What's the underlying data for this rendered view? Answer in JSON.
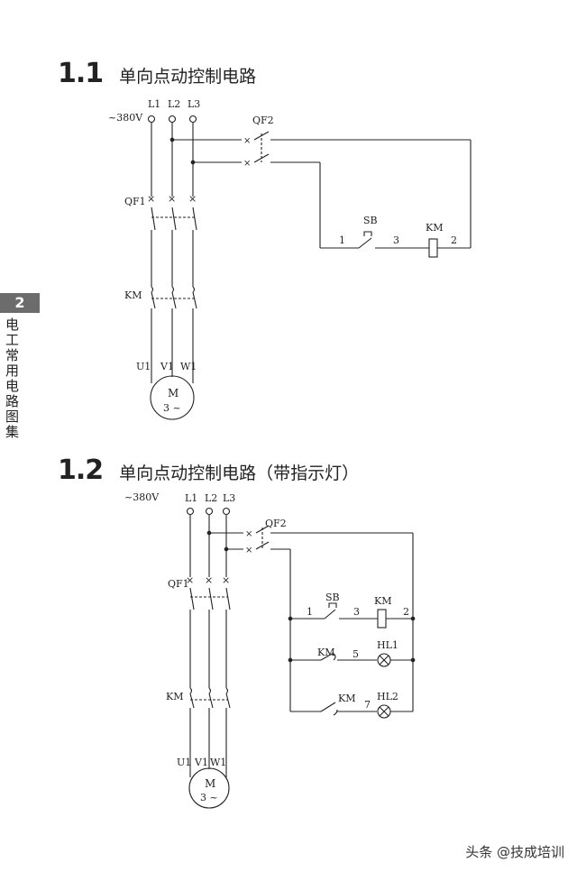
{
  "sections": [
    {
      "number": "1.1",
      "title": "单向点动控制电路",
      "supply_voltage": "~380V",
      "phases": [
        "L1",
        "L2",
        "L3"
      ],
      "breaker_main": "QF1",
      "breaker_control": "QF2",
      "contactor": "KM",
      "button": "SB",
      "coil": "KM",
      "nodes": [
        "1",
        "3",
        "2"
      ],
      "motor_terminals": [
        "U1",
        "V1",
        "W1"
      ],
      "motor_label": "M",
      "motor_sub": "3 ~"
    },
    {
      "number": "1.2",
      "title": "单向点动控制电路（带指示灯）",
      "supply_voltage": "~380V",
      "phases": [
        "L1",
        "L2",
        "L3"
      ],
      "breaker_main": "QF1",
      "breaker_control": "QF2",
      "contactor": "KM",
      "button": "SB",
      "coil": "KM",
      "nodes": [
        "1",
        "3",
        "2",
        "5",
        "7"
      ],
      "aux_contact_1": "KM",
      "aux_contact_2": "KM",
      "lamp_1": "HL1",
      "lamp_2": "HL2",
      "motor_terminals": [
        "U1",
        "V1",
        "W1"
      ],
      "motor_label": "M",
      "motor_sub": "3 ~"
    }
  ],
  "sidebar": {
    "chapter_number": "2",
    "chapter_title": "电工常用电路图集"
  },
  "watermark": {
    "text": "头条 @技成培训"
  }
}
